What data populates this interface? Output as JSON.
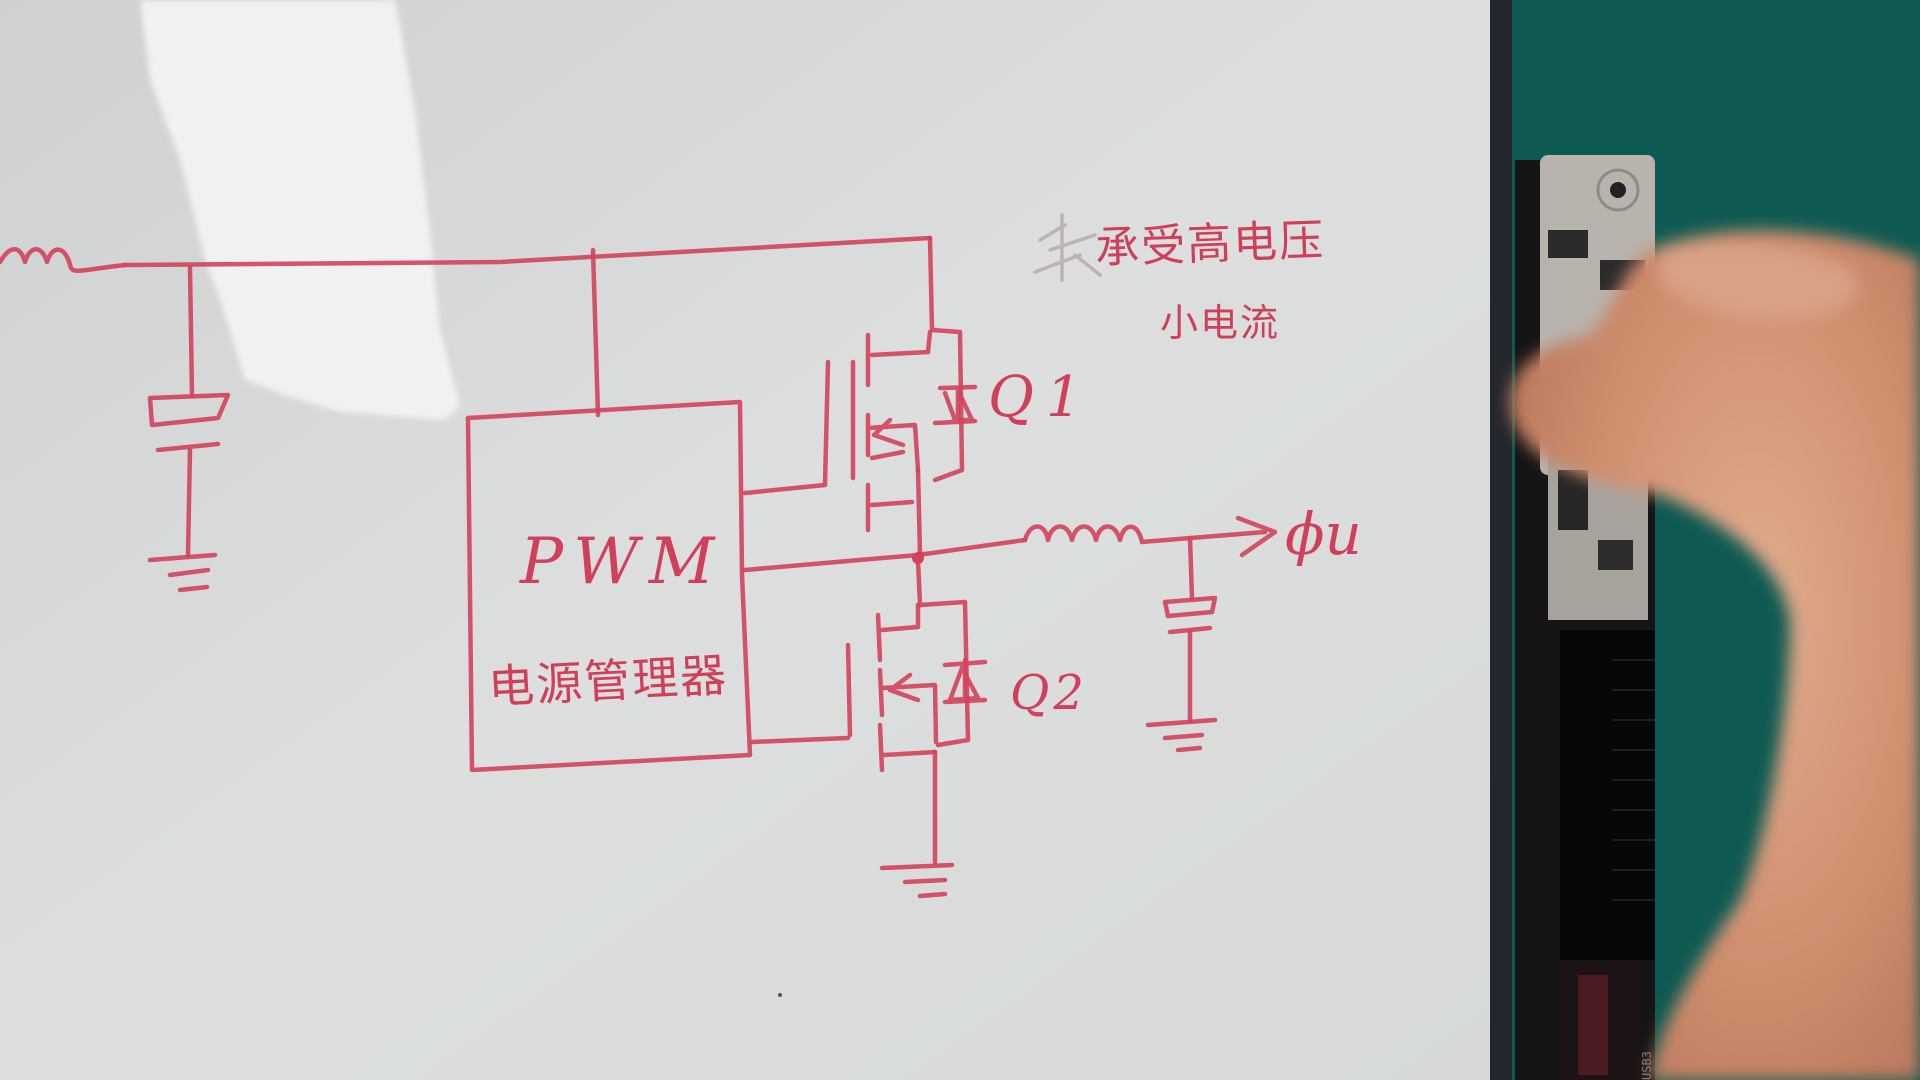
{
  "scene": {
    "description": "Photo of a whiteboard with a hand-drawn buck converter (CPU VRM) circuit, motherboard edge and a blurred hand on the right",
    "colors": {
      "whiteboard": "#d9dcdb",
      "ink": "#d2435a",
      "teal_background": "#0e5a52",
      "pcb": "#1a1a1a",
      "skin": "#d59a7c"
    }
  },
  "diagram": {
    "controller_label": "PWM",
    "controller_sublabel": "电源管理器",
    "high_side_mosfet": "Q1",
    "low_side_mosfet": "Q2",
    "output_label": "ϕu",
    "note_line1": "承受高电压",
    "note_line2": "小电流",
    "note_strikethrough_char": "承"
  },
  "pcb": {
    "connector_label": "USB3"
  }
}
